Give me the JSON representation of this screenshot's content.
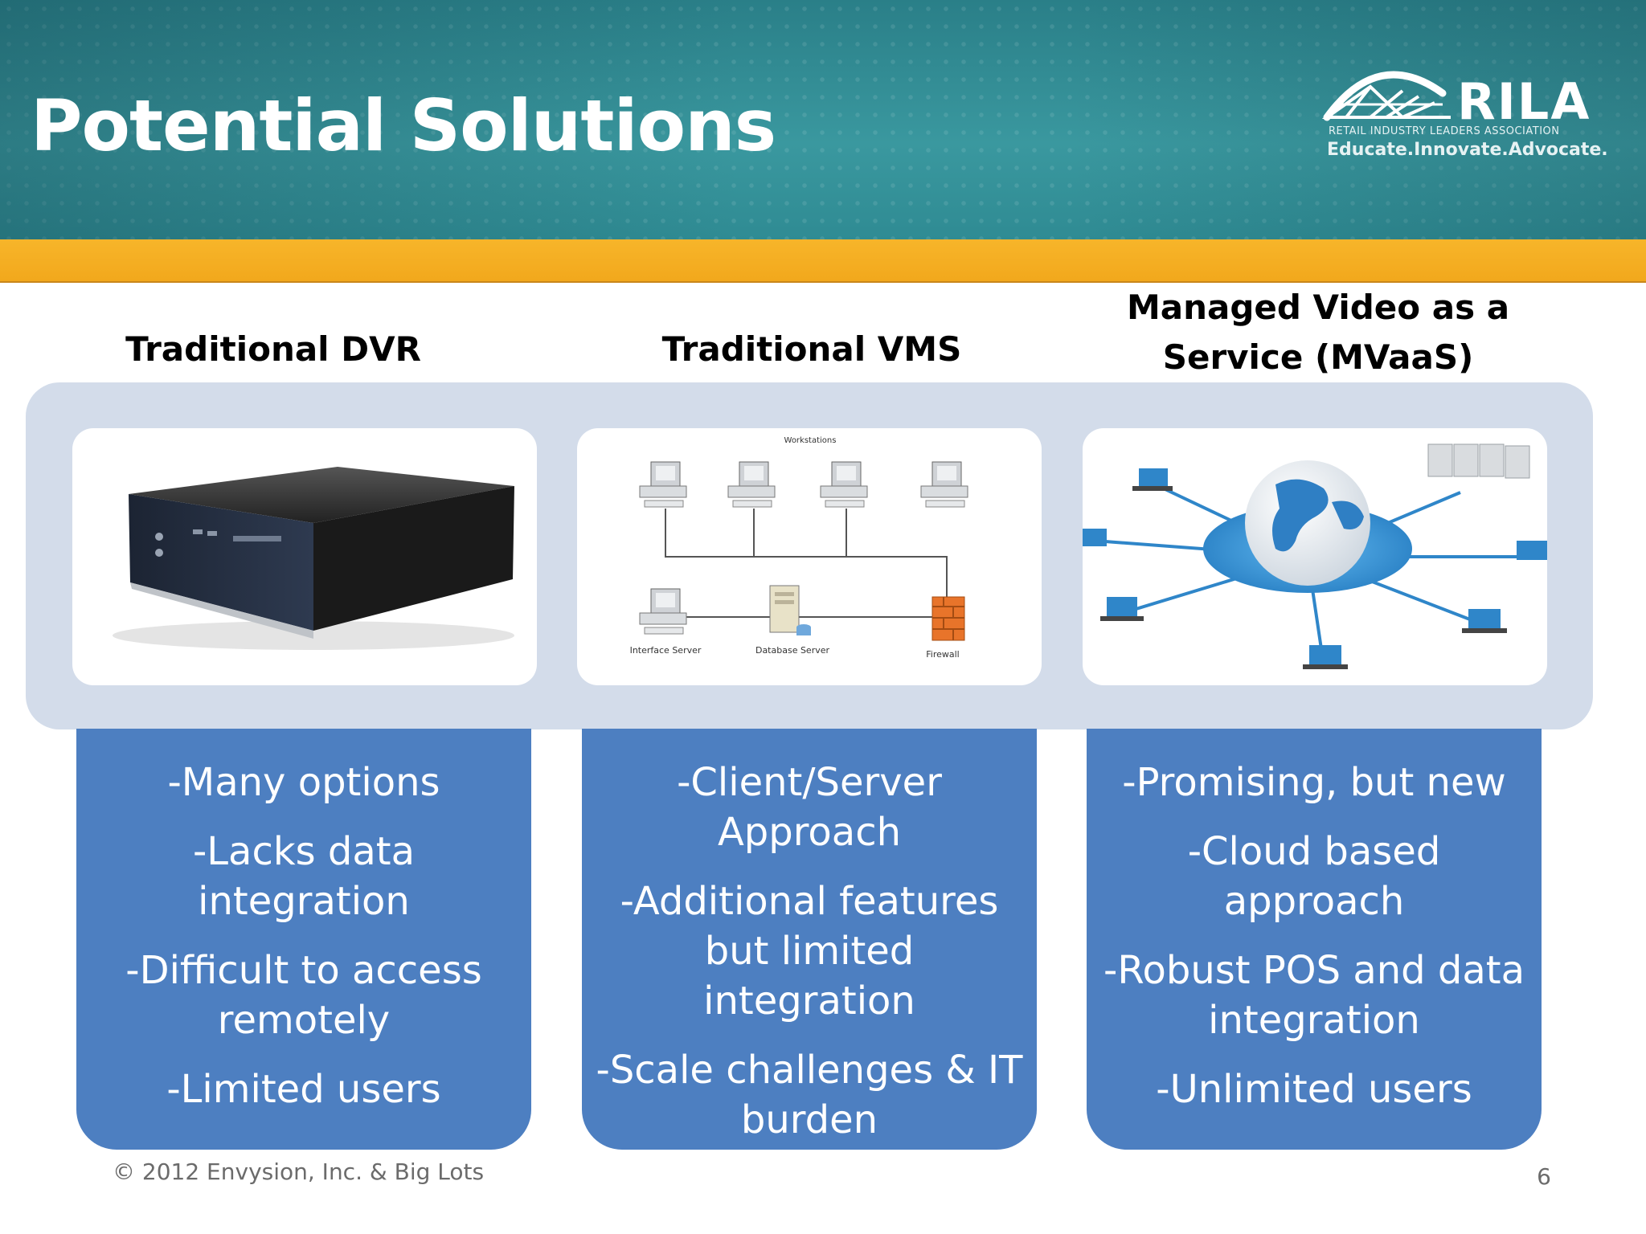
{
  "slide": {
    "title": "Potential Solutions",
    "footer": "© 2012 Envysion, Inc. & Big Lots",
    "page_number": "6"
  },
  "logo": {
    "name": "RILA",
    "tagline": "RETAIL INDUSTRY LEADERS ASSOCIATION",
    "motto": "Educate.Innovate.Advocate."
  },
  "columns": [
    {
      "heading": "Traditional DVR",
      "image": "dvr-device",
      "points": [
        "-Many options",
        "-Lacks data integration",
        "-Difficult to access remotely",
        "-Limited users"
      ]
    },
    {
      "heading": "Traditional VMS",
      "image": "client-server-network-diagram",
      "diagram_labels": {
        "workstations": "Workstations",
        "interface_server": "Interface Server",
        "database_server": "Database Server",
        "firewall": "Firewall"
      },
      "points": [
        "-Client/Server Approach",
        "-Additional features but limited integration",
        "-Scale challenges & IT burden"
      ]
    },
    {
      "heading": "Managed Video as a Service (MVaaS)",
      "image": "cloud-globe-network",
      "points": [
        "-Promising, but new",
        "-Cloud based approach",
        "-Robust POS and data integration",
        "-Unlimited users"
      ]
    }
  ],
  "colors": {
    "header_teal": "#2f8b93",
    "accent_gold": "#f2a81c",
    "panel_blue": "#4d7fc1",
    "band_gray": "#d3dcea"
  }
}
